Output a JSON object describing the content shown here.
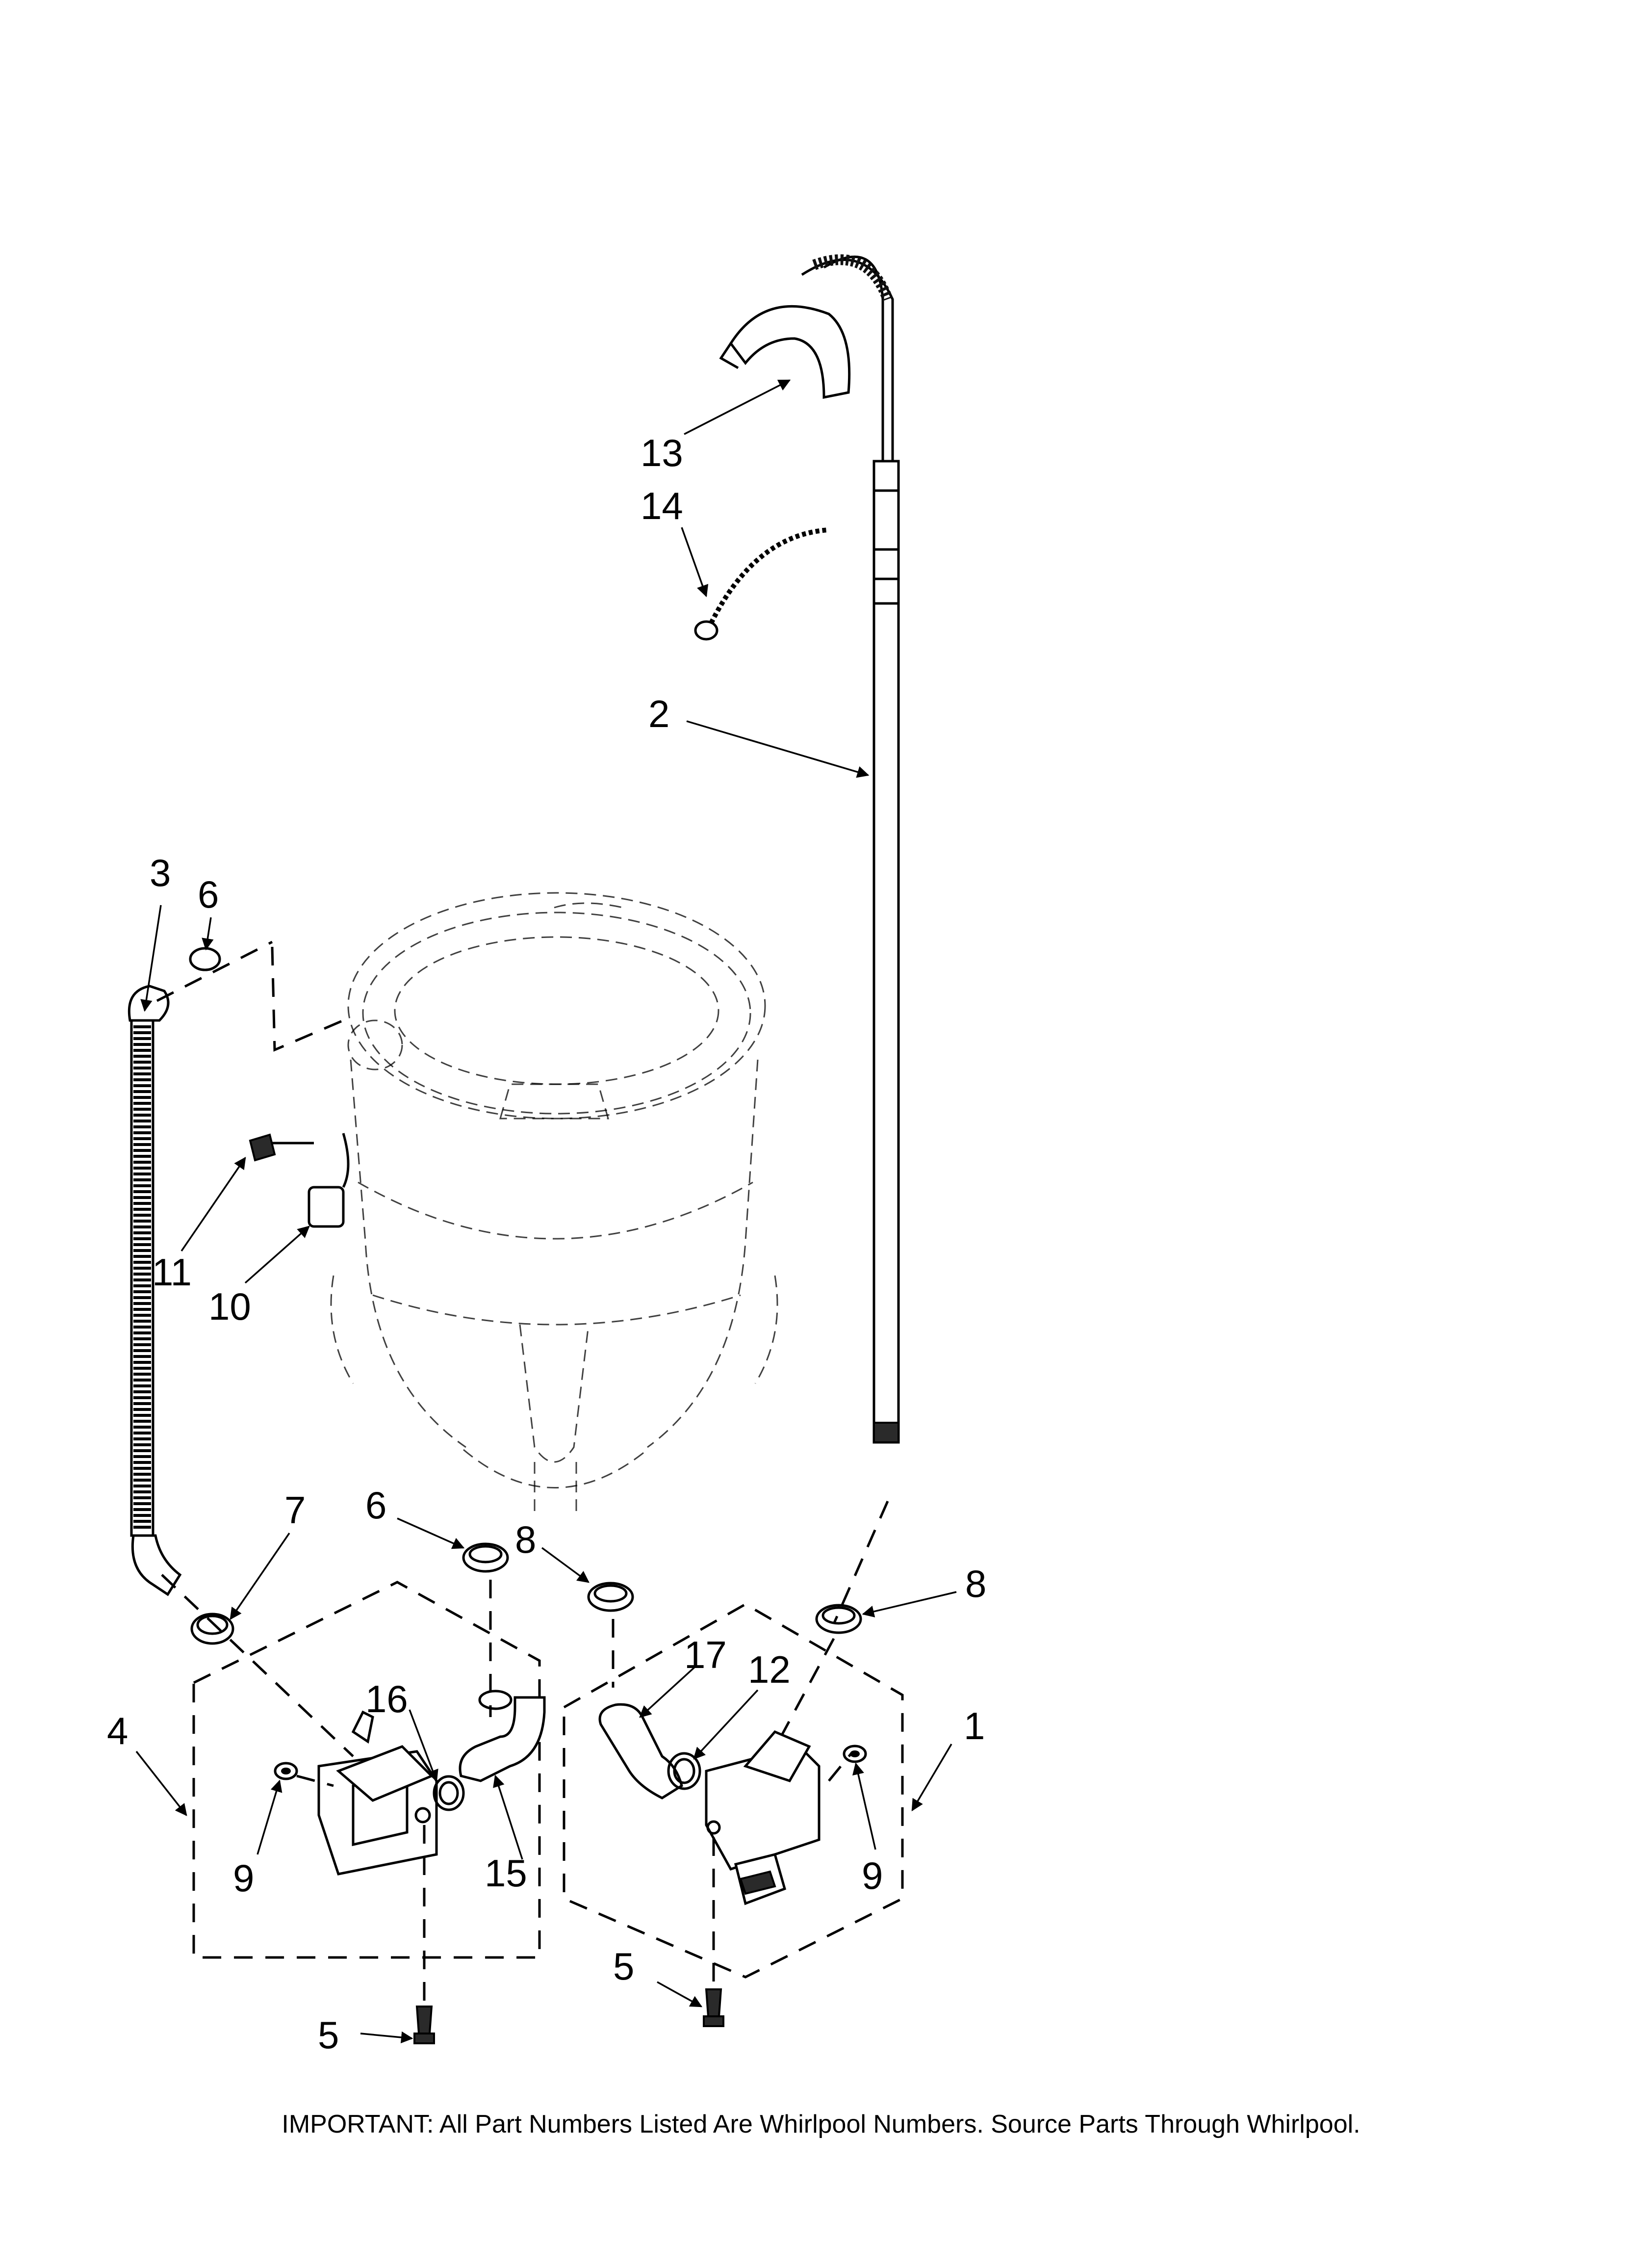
{
  "callouts": {
    "c1": "1",
    "c2": "2",
    "c3": "3",
    "c4": "4",
    "c5a": "5",
    "c5b": "5",
    "c6a": "6",
    "c6b": "6",
    "c7": "7",
    "c8a": "8",
    "c8b": "8",
    "c9a": "9",
    "c9b": "9",
    "c10": "10",
    "c11": "11",
    "c12": "12",
    "c13": "13",
    "c14": "14",
    "c15": "15",
    "c16": "16",
    "c17": "17"
  },
  "footnote": "IMPORTANT: All Part Numbers Listed Are Whirlpool Numbers. Source Parts Through Whirlpool."
}
